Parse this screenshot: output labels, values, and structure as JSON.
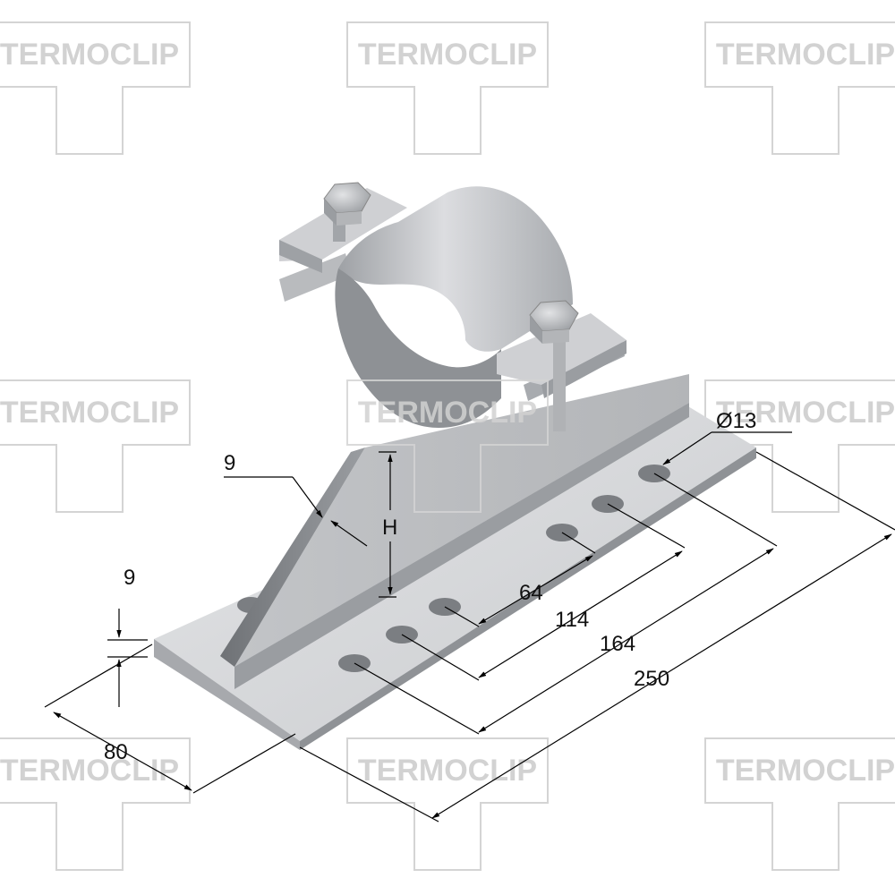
{
  "watermark": {
    "text": "TERMOCLIP",
    "color": "#d4d4d4"
  },
  "dimensions": {
    "hole_diameter": "Ø13",
    "rib_thickness": "9",
    "rib_height": "H",
    "plate_thickness": "9",
    "plate_width": "80",
    "hole_spacing_1": "64",
    "hole_spacing_2": "114",
    "hole_spacing_3": "164",
    "plate_length": "250"
  },
  "colors": {
    "metal_light": "#d9dadc",
    "metal_mid": "#b4b6b9",
    "metal_dark": "#8d9094",
    "line": "#000000"
  }
}
